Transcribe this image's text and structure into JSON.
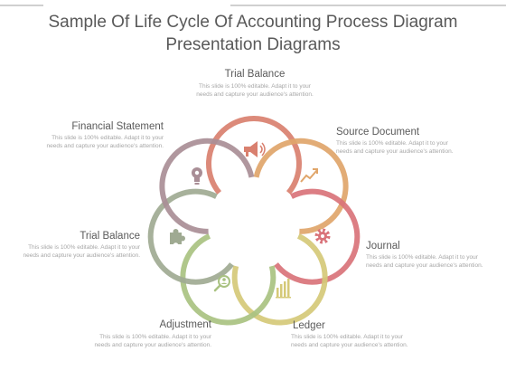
{
  "title": {
    "line1": "Sample Of Life Cycle Of Accounting Process Diagram",
    "line2": "Presentation Diagrams"
  },
  "stages": [
    {
      "label": "Trial Balance",
      "desc": "This slide is 100% editable. Adapt it to your needs and capture your audience's attention.",
      "color": "#d9806f",
      "icon": "megaphone-icon"
    },
    {
      "label": "Source Document",
      "desc": "This slide is 100% editable. Adapt it to your needs and capture your audience's attention.",
      "color": "#e0a56a",
      "icon": "growth-arrow-icon"
    },
    {
      "label": "Journal",
      "desc": "This slide is 100% editable. Adapt it to your needs and capture your audience's attention.",
      "color": "#d9737a",
      "icon": "gear-icon"
    },
    {
      "label": "Ledger",
      "desc": "This slide is 100% editable. Adapt it to your needs and capture your audience's attention.",
      "color": "#d5c978",
      "icon": "bar-chart-icon"
    },
    {
      "label": "Adjustment",
      "desc": "This slide is 100% editable. Adapt it to your needs and capture your audience's attention.",
      "color": "#a9c281",
      "icon": "magnifier-icon"
    },
    {
      "label": "Trial Balance",
      "desc": "This slide is 100% editable. Adapt it to your needs and capture your audience's attention.",
      "color": "#9faa92",
      "icon": "puzzle-icon"
    },
    {
      "label": "Financial Statement",
      "desc": "This slide is 100% editable. Adapt it to your needs and capture your audience's attention.",
      "color": "#a98e96",
      "icon": "lightbulb-icon"
    }
  ]
}
